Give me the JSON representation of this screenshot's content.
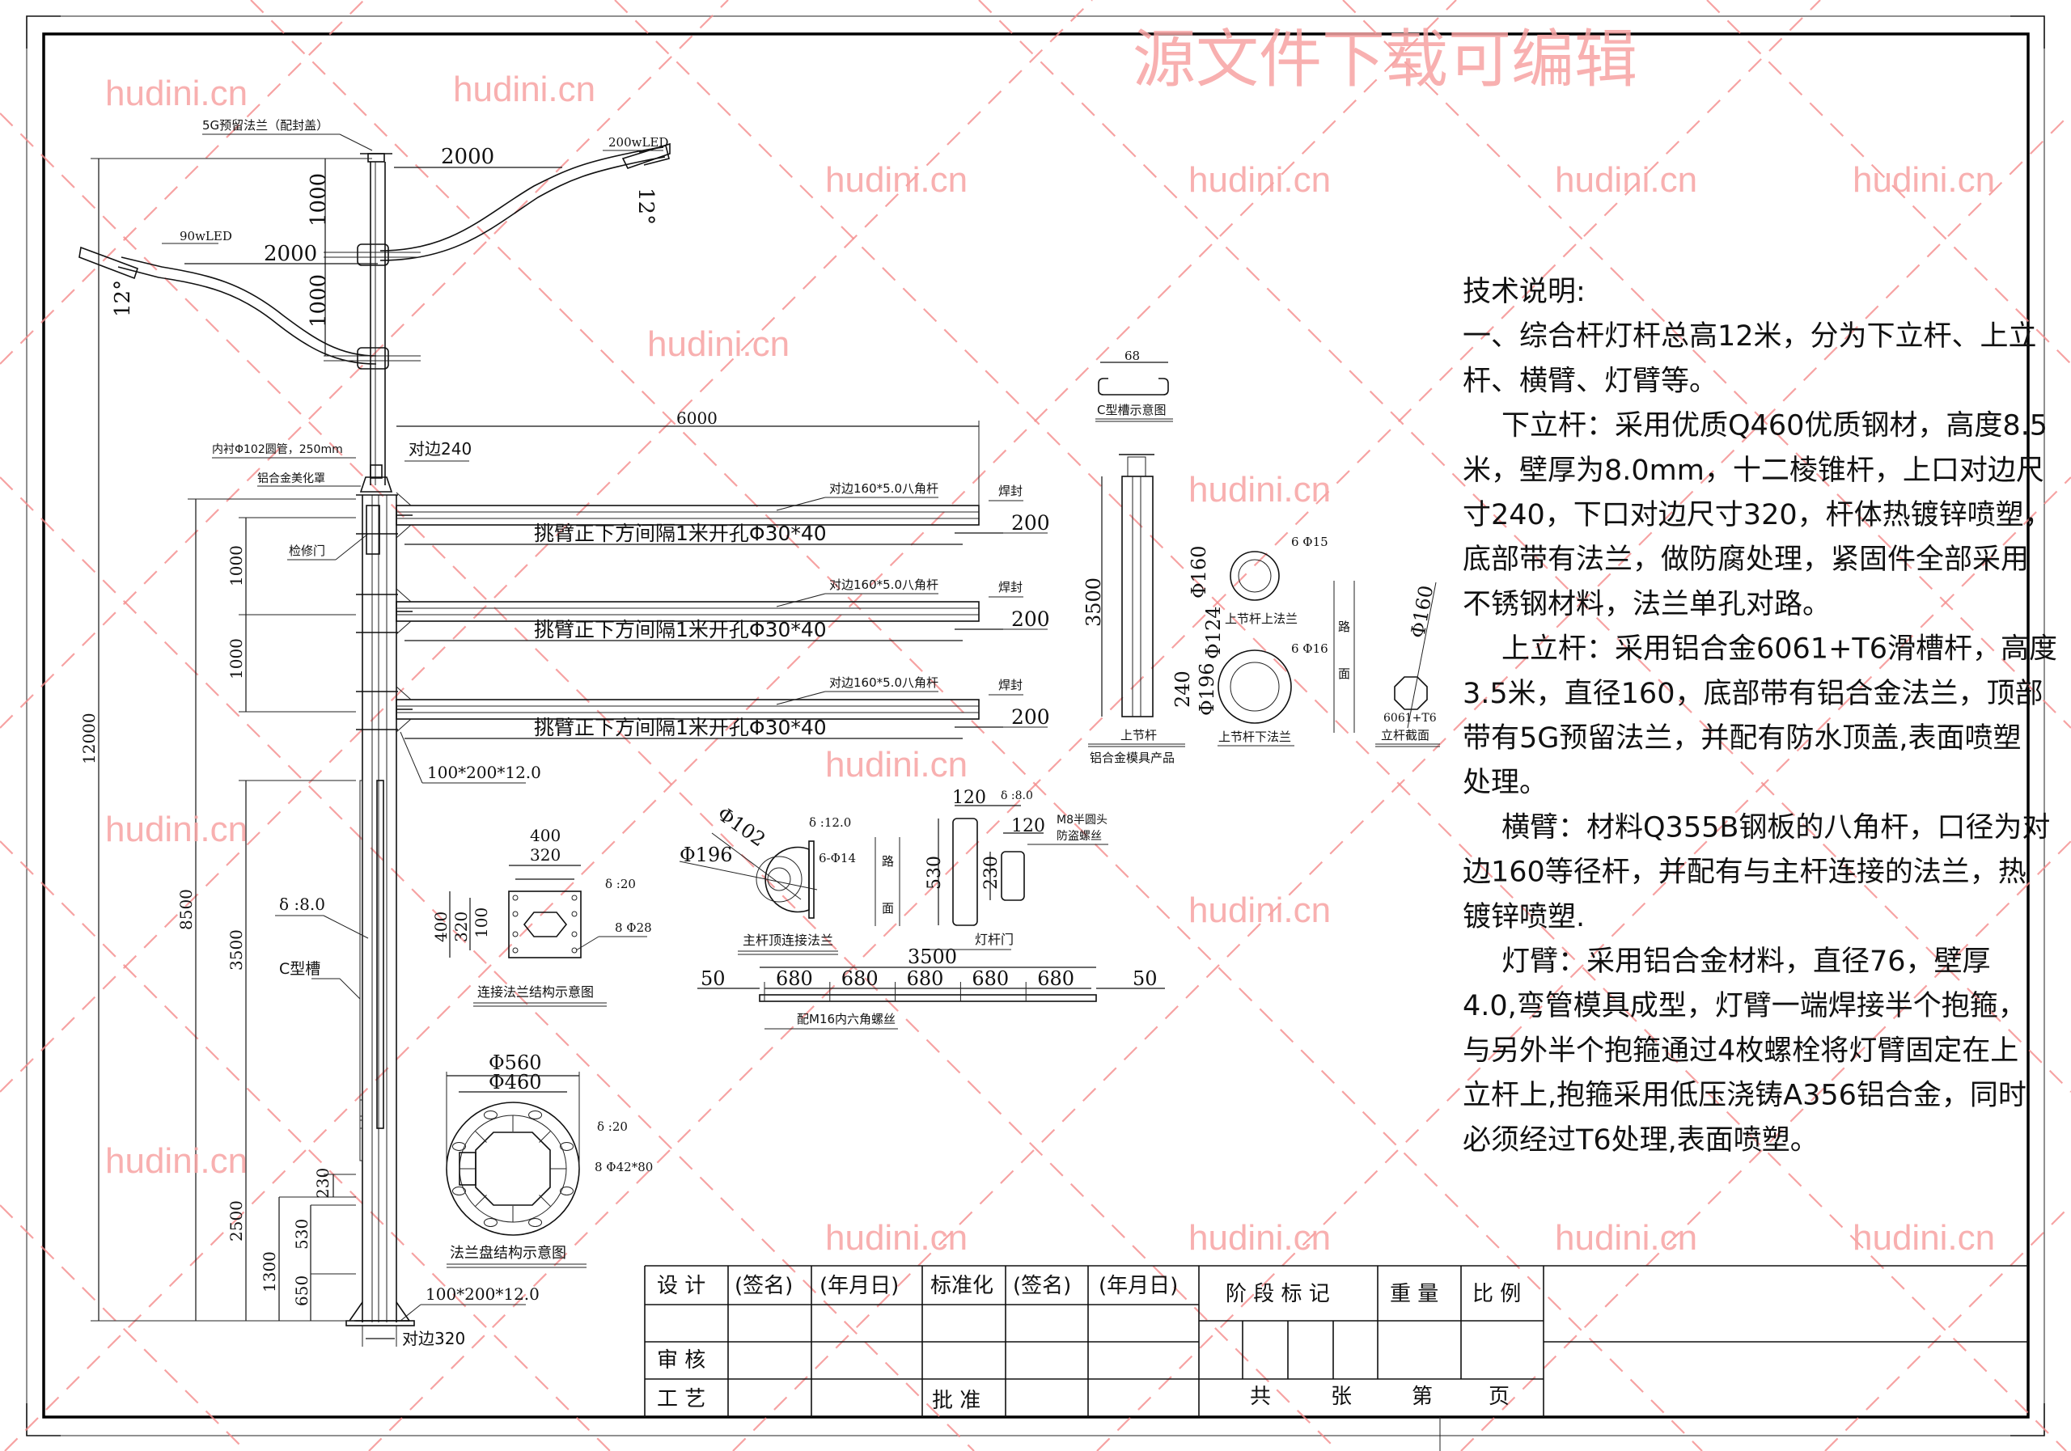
{
  "watermark": {
    "title": "源文件下载可编辑",
    "site": "hudini.cn",
    "color": "#f7a3a3"
  },
  "lamp": {
    "flange_5g": "5G预留法兰（配封盖）",
    "led_200": "200wLED",
    "led_90": "90wLED",
    "arm_len_right": "2000",
    "arm_len_left": "2000",
    "rise_top": "1000",
    "rise_bottom": "1000",
    "angle_right": "12°",
    "angle_left": "12°"
  },
  "pole": {
    "total_height": "12000",
    "lower_height": "8500",
    "dim_3500": "3500",
    "dim_2500": "2500",
    "dim_1000_a": "1000",
    "dim_1000_b": "1000",
    "dim_1300": "1300",
    "dim_530": "530",
    "dim_650": "650",
    "dim_230": "230",
    "inner_tube": "内衬Φ102圆管，250mm",
    "cover": "铝合金美化罩",
    "service_door": "检修门",
    "top_flat": "对边240",
    "rib_top": "100*200*12.0",
    "wall": "δ :8.0",
    "c_channel": "C型槽",
    "rib_bottom": "100*200*12.0",
    "bottom_flat": "对边320"
  },
  "crossarm": {
    "length": "6000",
    "spec": "对边160*5.0八角杆",
    "weld": "焊封",
    "holes": "挑臂正下方间隔1米开孔Φ30*40",
    "end": "200"
  },
  "conn_flange": {
    "w_outer": "400",
    "w_inner": "320",
    "h_outer": "400",
    "h_inner": "320",
    "h_100": "100",
    "thickness": "δ :20",
    "holes": "8 Φ28",
    "caption": "连接法兰结构示意图"
  },
  "base_flange": {
    "d_outer": "Φ560",
    "d_inner": "Φ460",
    "thickness": "δ :20",
    "holes": "8 Φ42*80",
    "caption": "法兰盘结构示意图"
  },
  "top_flange": {
    "d102": "Φ102",
    "d196": "Φ196",
    "thickness": "δ :12.0",
    "holes": "6-Φ14",
    "road": "路",
    "face": "面",
    "caption": "主杆顶连接法兰"
  },
  "door": {
    "w1": "120",
    "thickness": "δ :8.0",
    "w2": "120",
    "screw1": "M8半圆头",
    "screw2": "防盗螺丝",
    "h1": "530",
    "h2": "230",
    "caption": "灯杆门"
  },
  "rail": {
    "total": "3500",
    "end_left": "50",
    "spacing": [
      "680",
      "680",
      "680",
      "680",
      "680"
    ],
    "end_right": "50",
    "bolt": "配M16内六角螺丝"
  },
  "c_section": {
    "width": "68",
    "caption": "C型槽示意图"
  },
  "upper_pole": {
    "height": "3500",
    "caption": "上节杆",
    "sub_caption": "铝合金模具产品"
  },
  "upper_flanges": {
    "top_holes": "6 Φ15",
    "top_d160": "Φ160",
    "top_d124": "Φ124",
    "top_caption": "上节杆上法兰",
    "bot_holes": "6 Φ16",
    "bot_d240": "240",
    "bot_d196": "Φ196",
    "bot_caption": "上节杆下法兰",
    "road": "路",
    "face": "面"
  },
  "pole_section": {
    "dia": "Φ160",
    "material": "6061+T6",
    "caption": "立杆截面"
  },
  "notes": {
    "lines": [
      {
        "text": "技术说明:",
        "indent": false
      },
      {
        "text": "一、综合杆灯杆总高12米，分为下立杆、上立",
        "indent": false
      },
      {
        "text": "杆、横臂、灯臂等。",
        "indent": false
      },
      {
        "text": "下立杆：采用优质Q460优质钢材，高度8.5",
        "indent": true
      },
      {
        "text": "米，壁厚为8.0mm，十二棱锥杆，上口对边尺",
        "indent": false
      },
      {
        "text": "寸240，下口对边尺寸320，杆体热镀锌喷塑，",
        "indent": false
      },
      {
        "text": "底部带有法兰，做防腐处理，紧固件全部采用",
        "indent": false
      },
      {
        "text": "不锈钢材料，法兰单孔对路。",
        "indent": false
      },
      {
        "text": "上立杆：采用铝合金6061+T6滑槽杆，高度",
        "indent": true
      },
      {
        "text": "3.5米，直径160，底部带有铝合金法兰，顶部",
        "indent": false
      },
      {
        "text": "带有5G预留法兰，并配有防水顶盖,表面喷塑",
        "indent": false
      },
      {
        "text": "处理。",
        "indent": false
      },
      {
        "text": "横臂：材料Q355B钢板的八角杆，口径为对",
        "indent": true
      },
      {
        "text": "边160等径杆，并配有与主杆连接的法兰，热",
        "indent": false
      },
      {
        "text": "镀锌喷塑.",
        "indent": false
      },
      {
        "text": "灯臂：采用铝合金材料，直径76，壁厚",
        "indent": true
      },
      {
        "text": "4.0,弯管模具成型，灯臂一端焊接半个抱箍，",
        "indent": false
      },
      {
        "text": "与另外半个抱箍通过4枚螺栓将灯臂固定在上",
        "indent": false
      },
      {
        "text": "立杆上,抱箍采用低压浇铸A356铝合金，同时",
        "indent": false
      },
      {
        "text": "必须经过T6处理,表面喷塑。",
        "indent": false
      }
    ]
  },
  "title_block": {
    "design": "设 计",
    "sign1": "(签名)",
    "date1": "(年月日)",
    "standard": "标准化",
    "sign2": "(签名)",
    "date2": "(年月日)",
    "review": "审 核",
    "process": "工 艺",
    "approve": "批 准",
    "stage": "阶 段 标 记",
    "weight": "重 量",
    "scale": "比 例",
    "total": "共",
    "sheets": "张",
    "no": "第",
    "page": "页"
  }
}
